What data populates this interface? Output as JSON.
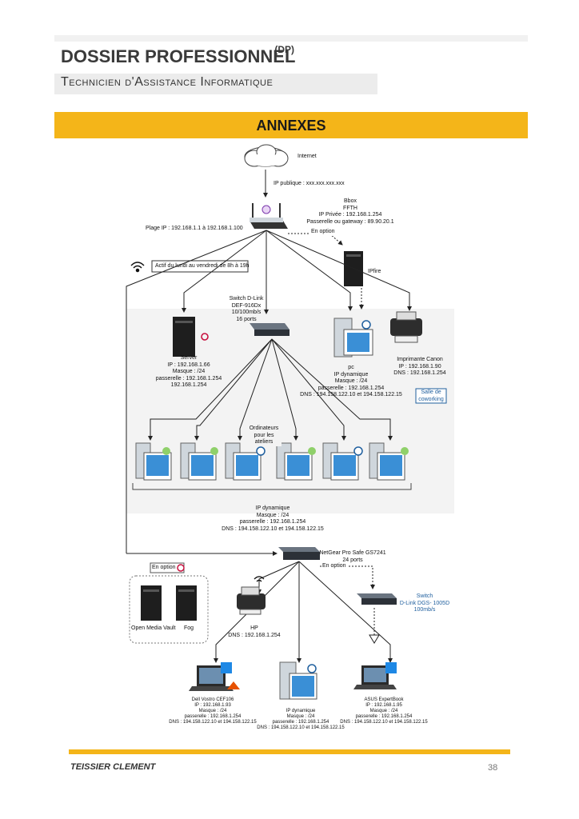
{
  "header": {
    "title": "DOSSIER PROFESSIONNEL",
    "title_sup": "(DP)",
    "subtitle": "Technicien d'Assistance Informatique"
  },
  "section": {
    "title": "ANNEXES"
  },
  "diagram": {
    "internet": "Internet",
    "ip_publique": "IP publique : xxx.xxx.xxx.xxx",
    "box_lines": [
      "Bbox",
      "FFTH",
      "IP Privée : 192.168.1.254",
      "Passerelle ou gateway : 89.90.20.1"
    ],
    "plage_ip": "Plage IP : 192.168.1.1 à 192.168.1.100",
    "en_option_1": "En option",
    "wifi_schedule": "Actif du lundi au vendredi de 8h à 19h",
    "ipfire": "IPfire",
    "switch_dlink_lines": [
      "Switch D-Link",
      "DEF-916Dx",
      "10/100mb/s",
      "16 ports"
    ],
    "server_lines": [
      "Server",
      "IP : 192.168.1.66",
      "Masque : /24",
      "passerelle : 192.168.1.254",
      "192.168.1.254"
    ],
    "pc_lines": [
      "pc",
      "IP dynamique",
      "Masque : /24",
      "passerelle : 192.168.1.254",
      "DNS : 194.158.122.10 et 194.158.122.15"
    ],
    "printer_lines": [
      "Imprimante Canon",
      "IP : 192.168.1.90",
      "DNS : 192.168.1.254"
    ],
    "salle_lines": [
      "Salle de",
      "coworking"
    ],
    "ateliers_lines": [
      "Ordinateurs",
      "pour les",
      "ateliers"
    ],
    "ateliers_ip_lines": [
      "IP dynamique",
      "Masque : /24",
      "passerelle : 192.168.1.254",
      "DNS : 194.158.122.10 et 194.158.122.15"
    ],
    "netgear_lines": [
      "NetGear Pro Safe GS7241",
      "24 ports"
    ],
    "en_option_2": "En option",
    "en_option_3": "En option",
    "omv": "Open Media Vault",
    "fog": "Fog",
    "hp_lines": [
      "HP",
      "DNS : 192.168.1.254"
    ],
    "switch_dgs_lines": [
      "Switch",
      "D-Link DGS- 1005D",
      "100mb/s"
    ],
    "dell_lines": [
      "Dell Vostro CEF106",
      "IP : 192.168.1.93",
      "Masque : /24",
      "passerelle : 192.168.1.254",
      "DNS : 194.158.122.10 et 194.158.122.15"
    ],
    "desk_lines": [
      "IP dynamique",
      "Masque : /24",
      "passerelle : 192.168.1.254",
      "DNS : 194.158.122.10 et 194.158.122.15"
    ],
    "asus_lines": [
      "ASUS ExpertBook",
      "IP : 192.168.1.95",
      "Masque : /24",
      "passerelle : 192.168.1.254",
      "DNS : 194.158.122.10 et 194.158.122.15"
    ]
  },
  "footer": {
    "name": "TEISSIER CLEMENT",
    "page": "38"
  },
  "colors": {
    "accent": "#f4b519",
    "link_blue": "#1f5f9e"
  }
}
